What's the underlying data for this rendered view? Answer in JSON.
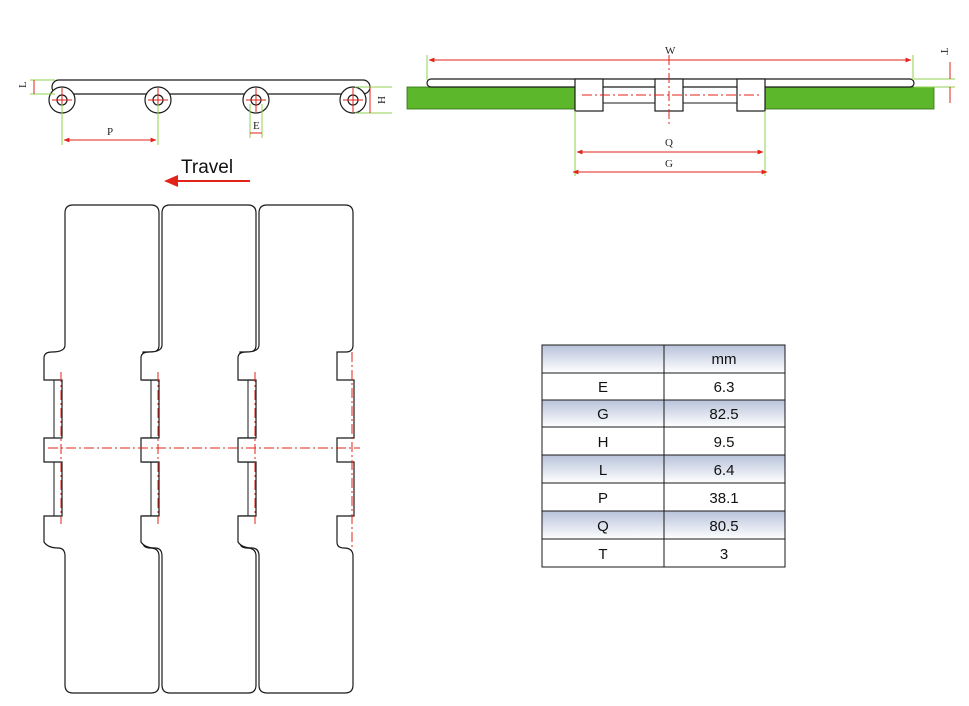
{
  "travel_label": "Travel",
  "dimension_labels": {
    "L": "L",
    "H": "H",
    "P": "P",
    "E": "E",
    "W": "W",
    "T": "T",
    "Q": "Q",
    "G": "G"
  },
  "table": {
    "unit_header": "mm",
    "rows": [
      {
        "name": "E",
        "value": "6.3"
      },
      {
        "name": "G",
        "value": "82.5"
      },
      {
        "name": "H",
        "value": "9.5"
      },
      {
        "name": "L",
        "value": "6.4"
      },
      {
        "name": "P",
        "value": "38.1"
      },
      {
        "name": "Q",
        "value": "80.5"
      },
      {
        "name": "T",
        "value": "3"
      }
    ]
  },
  "colors": {
    "dimension_red": "#e2231a",
    "extension_green": "#8fd14f",
    "guide_green": "#5cb82a",
    "outline": "#1a1a1a",
    "table_shade_top": "#b8c2da",
    "table_shade_bottom": "#ffffff"
  }
}
